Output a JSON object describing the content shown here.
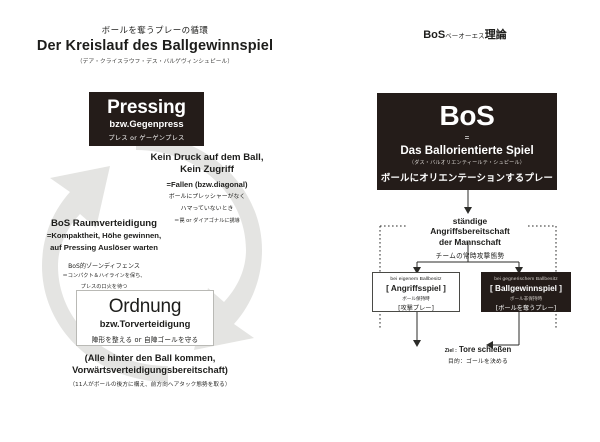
{
  "page": {
    "bg_color": "#ffffff",
    "dark_color": "#241c19",
    "watermark_color": "#e2e2e0"
  },
  "header_left": {
    "jp_subtitle": "ボールを奪うプレーの循環",
    "de_title": "Der Kreislauf des Ballgewinnspiel",
    "kana": "（デア・クライスラウフ・デス・バルゲヴィンシュピール）"
  },
  "header_right": {
    "title": "BoS",
    "kana_inline": "ベーオーエス",
    "suffix": "理論"
  },
  "left_cycle": {
    "pressing_box": {
      "title": "Pressing",
      "subtitle": "bzw.Gegenpress",
      "kana": "プレス or ゲーゲンプレス"
    },
    "kein_druck": {
      "line1": "Kein Druck auf dem Ball,",
      "line2": "Kein Zugriff",
      "line3": "=Fallen (bzw.diagonal)",
      "jp1": "ボールにプレッシャーがなく",
      "jp2": "ハマっていないとき",
      "jp3": "＝罠 or ダイアゴナルに誘導"
    },
    "raumverteidigung": {
      "title": "BoS Raumverteidigung",
      "line1": "=Kompaktheit, Höhe gewinnen,",
      "line2": "auf Pressing Auslöser warten",
      "jp_title": "BoS的ゾーンディフェンス",
      "jp1": "＝コンパクト＆ハイラインを保ち、",
      "jp2": "プレスの口火を待つ"
    },
    "ordnung_box": {
      "title": "Ordnung",
      "subtitle": "bzw.Torverteidigung",
      "jp": "陣形を整える or 自陣ゴールを守る"
    },
    "alle_hinter": {
      "line1": "(Alle hinter den Ball kommen,",
      "line2": "Vorwärtsverteidigungsbereitschaft)",
      "jp": "（11人がボールの後方に構え、前方向へアタック態勢を取る）"
    }
  },
  "right_diagram": {
    "bos_box": {
      "title": "BoS",
      "equals": "=",
      "de": "Das Ballorientierte Spiel",
      "kana": "（ダス・バルオリエンティールテ・シュピール）",
      "jp": "ボールにオリエンテーションするプレー"
    },
    "staendige": {
      "line1": "ständige",
      "line2": "Angriffsbereitschaft",
      "line3": "der Mannschaft",
      "jp": "チームの常時攻撃態勢"
    },
    "own_possession": {
      "de_label": "bei eigenem Ballbesitz",
      "title": "[ Angriffsspiel ]",
      "jp_label": "ボール保持時",
      "jp_title": "[攻撃プレー]"
    },
    "opponent_possession": {
      "de_label": "bei gegnerischem Ballbesitz",
      "title": "[ Ballgewinnspiel ]",
      "jp_label": "ボール非保持時",
      "jp_title": "[ボールを奪うプレー]"
    },
    "goal": {
      "prefix": "Ziel :",
      "de": "Tore schießen",
      "jp": "目的：ゴールを決める"
    }
  }
}
